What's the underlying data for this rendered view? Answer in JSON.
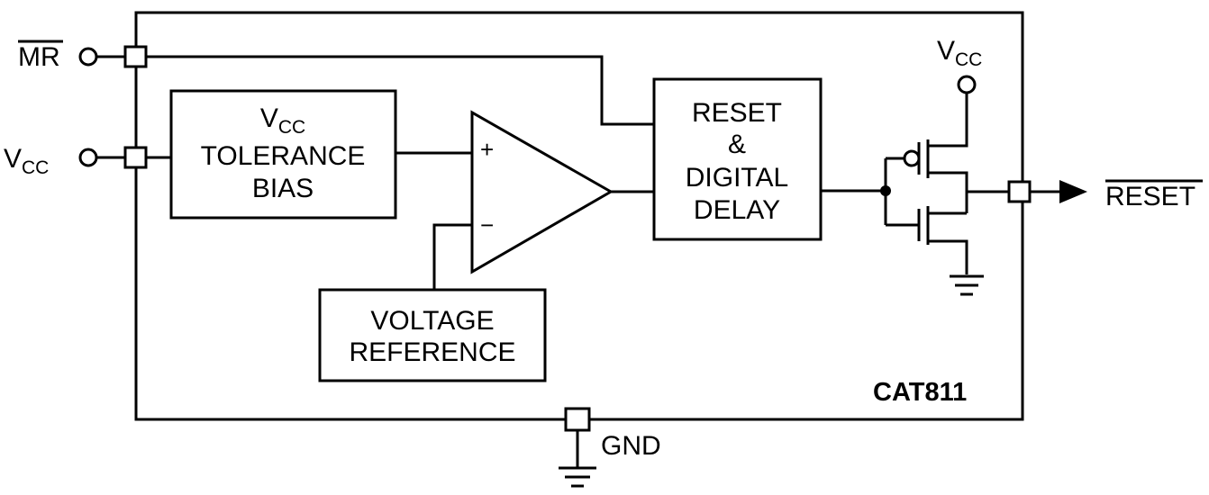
{
  "pins": {
    "mr": "MR",
    "vcc_main": "V",
    "vcc_sub": "CC",
    "reset_out": "RESET",
    "gnd": "GND"
  },
  "blocks": {
    "vcc_tolerance": {
      "line1_main": "V",
      "line1_sub": "CC",
      "line2": "TOLERANCE",
      "line3": "BIAS"
    },
    "reset_delay": {
      "line1": "RESET",
      "line2": "&",
      "line3": "DIGITAL",
      "line4": "DELAY"
    },
    "voltage_ref": {
      "line1": "VOLTAGE",
      "line2": "REFERENCE"
    }
  },
  "comparator": {
    "plus": "+",
    "minus": "−"
  },
  "supply": {
    "main": "V",
    "sub": "CC"
  },
  "chip_label": "CAT811"
}
